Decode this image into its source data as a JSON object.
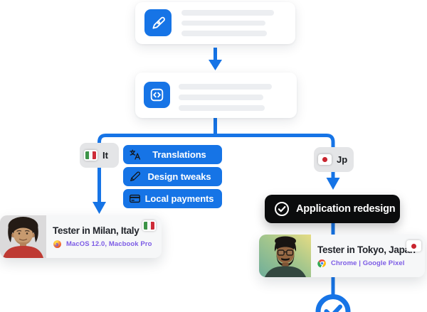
{
  "diagram": {
    "colors": {
      "accent_blue": "#1674E6",
      "pill_black": "#0B0C0D",
      "device_purple": "#7C5BE5",
      "badge_gray": "#E4E5E7"
    },
    "step1": {
      "icon": "pen-icon"
    },
    "step2": {
      "icon": "code-icon"
    },
    "italy": {
      "badge_label": "It",
      "tasks": [
        {
          "icon": "translate-icon",
          "label": "Translations"
        },
        {
          "icon": "pen-icon",
          "label": "Design tweaks"
        },
        {
          "icon": "credit-card-icon",
          "label": "Local payments"
        }
      ],
      "tester": {
        "title": "Tester in Milan, Italy",
        "device": "MacOS 12.0, Macbook Pro",
        "browser_icon": "firefox-icon",
        "flag": "italy"
      }
    },
    "japan": {
      "badge_label": "Jp",
      "task": {
        "icon": "check-circle-icon",
        "label": "Application redesign"
      },
      "tester": {
        "title": "Tester in Tokyo, Japan",
        "device": "Chrome | Google Pixel",
        "browser_icon": "chrome-icon",
        "flag": "japan"
      }
    }
  }
}
